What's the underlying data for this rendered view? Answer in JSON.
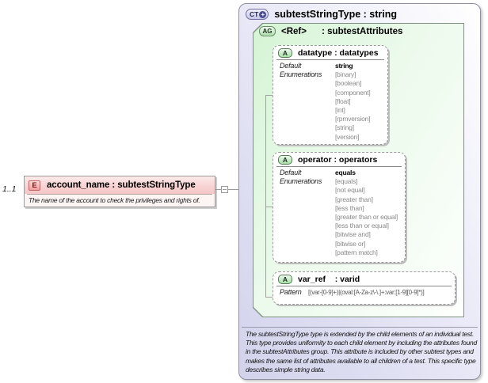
{
  "colors": {
    "element_accent": "#f5c6c6",
    "complex_accent": "#d2d2ec",
    "attribute_accent": "#a6e0a6",
    "enum_text": "#8a8a8a",
    "border_gray": "#999999"
  },
  "element": {
    "cardinality": "1..1",
    "icon_label": "E",
    "title": "account_name : subtestStringType",
    "annotation": "The name of the account to check the privileges and rights of."
  },
  "complex_type": {
    "icon_label": "CT",
    "plus_label": "+",
    "title": "subtestStringType : string",
    "annotation": "The subtestStringType type is extended by the child elements of an individual test.  This type provides uniformity to each child element by including the attributes found in the subtestAttributes group.  This attribute is included by other subtest types and makes the same list of attributes available to all children of a test.  This specific type describes simple string data.",
    "attribute_group": {
      "icon_label": "AG",
      "title": "<Ref>      : subtestAttributes",
      "attributes": [
        {
          "icon_label": "A",
          "title": "datatype : datatypes",
          "default_label": "Default",
          "default_value": "string",
          "enum_label": "Enumerations",
          "enums": [
            "[binary]",
            "[boolean]",
            "[component]",
            "[float]",
            "[int]",
            "[rpmversion]",
            "[string]",
            "[version]"
          ]
        },
        {
          "icon_label": "A",
          "title": "operator : operators",
          "default_label": "Default",
          "default_value": "equals",
          "enum_label": "Enumerations",
          "enums": [
            "[equals]",
            "[not equal]",
            "[greater than]",
            "[less than]",
            "[greater than or equal]",
            "[less than or equal]",
            "[bitwise and]",
            "[bitwise or]",
            "[pattern match]"
          ]
        },
        {
          "icon_label": "A",
          "title": "var_ref    : varid",
          "pattern_label": "Pattern",
          "pattern_value": "[(var-[0-9]+)|(oval:[A-Za-z\\-\\.]+:var:[1-9][0-9]*)]"
        }
      ]
    }
  }
}
